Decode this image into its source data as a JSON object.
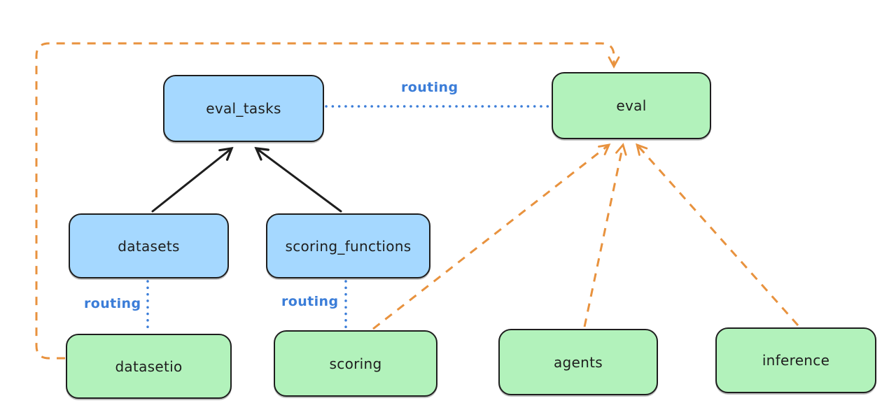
{
  "diagram": {
    "type": "flow-diagram",
    "background_color": "#ffffff",
    "colors": {
      "blue_node_fill": "#a5d8ff",
      "green_node_fill": "#b2f2bb",
      "node_border": "#1e1e1e",
      "black_arrow": "#1e1e1e",
      "routing_label_blue": "#3b7dd8",
      "orange_arrow": "#e8923e"
    },
    "nodes": [
      {
        "id": "eval_tasks",
        "label": "eval_tasks",
        "color": "blue"
      },
      {
        "id": "eval",
        "label": "eval",
        "color": "green"
      },
      {
        "id": "datasets",
        "label": "datasets",
        "color": "blue"
      },
      {
        "id": "scoring_functions",
        "label": "scoring_functions",
        "color": "blue"
      },
      {
        "id": "datasetio",
        "label": "datasetio",
        "color": "green"
      },
      {
        "id": "scoring",
        "label": "scoring",
        "color": "green"
      },
      {
        "id": "agents",
        "label": "agents",
        "color": "green"
      },
      {
        "id": "inference",
        "label": "inference",
        "color": "green"
      }
    ],
    "edges": [
      {
        "from": "datasets",
        "to": "eval_tasks",
        "style": "solid",
        "color": "black",
        "arrow": true
      },
      {
        "from": "scoring_functions",
        "to": "eval_tasks",
        "style": "solid",
        "color": "black",
        "arrow": true
      },
      {
        "from": "eval_tasks",
        "to": "eval",
        "style": "dotted",
        "color": "blue",
        "arrow": false,
        "label": "routing"
      },
      {
        "from": "datasets",
        "to": "datasetio",
        "style": "dotted",
        "color": "blue",
        "arrow": false,
        "label": "routing"
      },
      {
        "from": "scoring_functions",
        "to": "scoring",
        "style": "dotted",
        "color": "blue",
        "arrow": false,
        "label": "routing"
      },
      {
        "from": "scoring",
        "to": "eval",
        "style": "dashed",
        "color": "orange",
        "arrow": true
      },
      {
        "from": "agents",
        "to": "eval",
        "style": "dashed",
        "color": "orange",
        "arrow": true
      },
      {
        "from": "inference",
        "to": "eval",
        "style": "dashed",
        "color": "orange",
        "arrow": true
      },
      {
        "from": "datasetio",
        "to": "eval",
        "style": "dashed",
        "color": "orange",
        "arrow": true,
        "route": "around-left-and-top"
      }
    ]
  }
}
